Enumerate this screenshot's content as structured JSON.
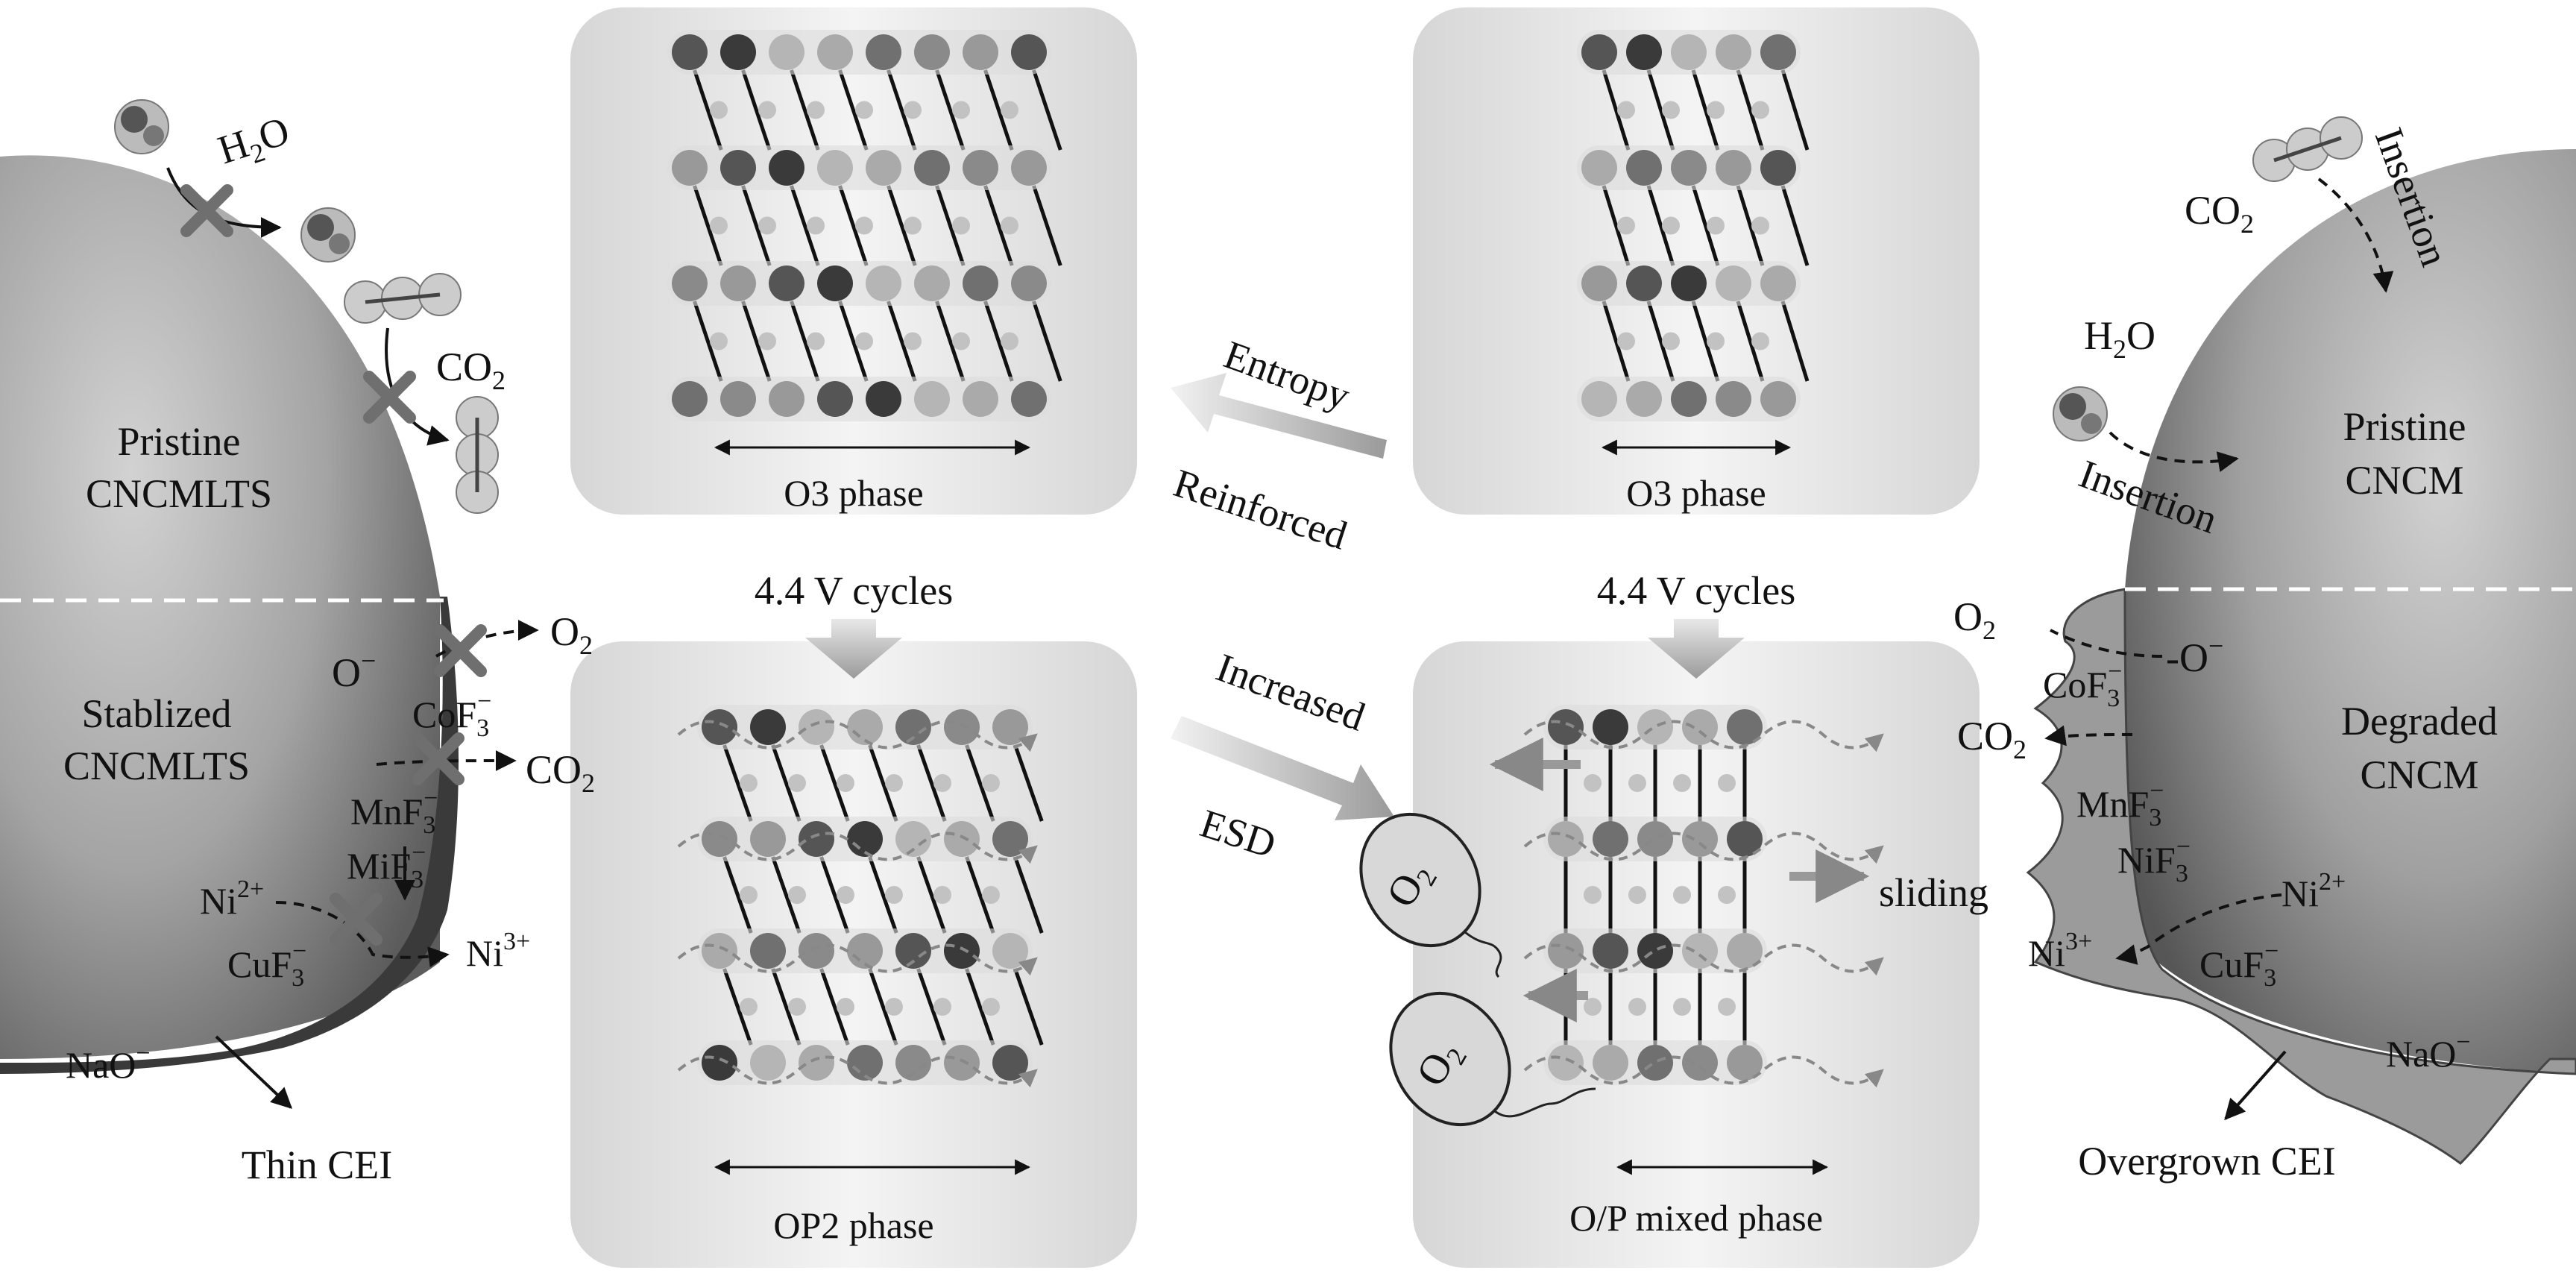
{
  "left": {
    "h2o": "H",
    "h2o_sub": "2",
    "h2o_o": "O",
    "co2": "CO",
    "co2_sub": "2",
    "pristine_1": "Pristine",
    "pristine_2": "CNCMLTS",
    "stab_1": "Stablized",
    "stab_2": "CNCMLTS",
    "o_minus": "O",
    "o_minus_sup": "−",
    "o2": "O",
    "o2_sub": "2",
    "cof3": "CoF",
    "co2b": "CO",
    "co2b_sub": "2",
    "mnf3": "MnF",
    "mif3": "MiF",
    "ni2": "Ni",
    "ni2_sup": "2+",
    "ni3": "Ni",
    "ni3_sup": "3+",
    "cuf3": "CuF",
    "nao": "NaO",
    "f3_sub": "3",
    "minus_sup": "−",
    "thin_cei": "Thin CEI"
  },
  "mid_left": {
    "o3_phase": "O3 phase",
    "cycles": "4.4 V cycles",
    "op2_phase": "OP2 phase"
  },
  "arrows": {
    "entropy": "Entropy",
    "reinforced": "Reinforced",
    "increased": "Increased",
    "esd": "ESD"
  },
  "mid_right": {
    "o3_phase": "O3 phase",
    "cycles": "4.4 V cycles",
    "mixed_phase": "O/P mixed phase",
    "sliding": "sliding",
    "balloon": "O",
    "balloon_sub": "2"
  },
  "right": {
    "co2": "CO",
    "co2_sub": "2",
    "insertion": "Insertion",
    "h2o": "H",
    "h2o_sub": "2",
    "h2o_o": "O",
    "pristine_1": "Pristine",
    "pristine_2": "CNCM",
    "o2": "O",
    "o2_sub": "2",
    "o_minus": "-O",
    "o_minus_sup": "−",
    "cof3": "CoF",
    "co2b": "CO",
    "co2b_sub": "2",
    "degraded_1": "Degraded",
    "degraded_2": "CNCM",
    "mnf3": "MnF",
    "nif3": "NiF",
    "ni2": "Ni",
    "ni2_sup": "2+",
    "ni3": "Ni",
    "ni3_sup": "3+",
    "cuf3": "CuF",
    "nao": "NaO",
    "f3_sub": "3",
    "minus_sup": "−",
    "overgrown": "Overgrown CEI"
  },
  "colors": {
    "panel": "#e6e6e6",
    "sphere": "#8a8a8a",
    "cross": "#6f6f6f"
  }
}
